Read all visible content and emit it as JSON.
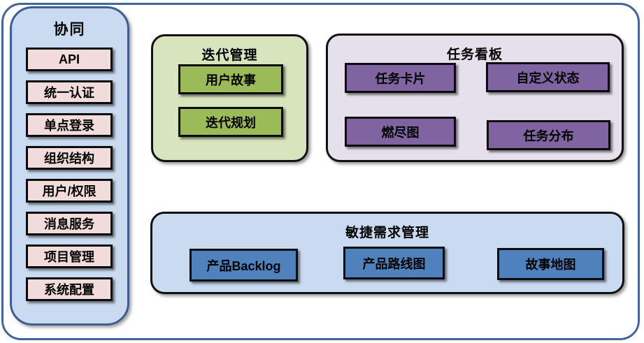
{
  "sidebar": {
    "title": "协同",
    "items": [
      "API",
      "统一认证",
      "单点登录",
      "组织结构",
      "用户/权限",
      "消息服务",
      "项目管理",
      "系统配置"
    ]
  },
  "panels": {
    "iteration": {
      "title": "迭代管理",
      "items": [
        "用户故事",
        "迭代规划"
      ]
    },
    "kanban": {
      "title": "任务看板",
      "items": [
        "任务卡片",
        "自定义状态",
        "燃尽图",
        "任务分布"
      ]
    },
    "requirements": {
      "title": "敏捷需求管理",
      "items": [
        "产品Backlog",
        "产品路线图",
        "故事地图"
      ]
    }
  },
  "colors": {
    "outer_border": "#44659c",
    "sidebar_fill": "#c9daf1",
    "sidebar_border": "#3d5e92",
    "sidebar_item_fill": "#f2dcdb",
    "iteration_panel_fill": "#d7e4bd",
    "iteration_item_fill": "#9bbb59",
    "kanban_panel_fill": "#e6e0ed",
    "kanban_item_fill": "#8064a2",
    "requirements_panel_fill": "#c9daf1",
    "requirements_item_fill": "#4f81bd",
    "item_border": "#0c0c0c",
    "text": "#000000"
  }
}
